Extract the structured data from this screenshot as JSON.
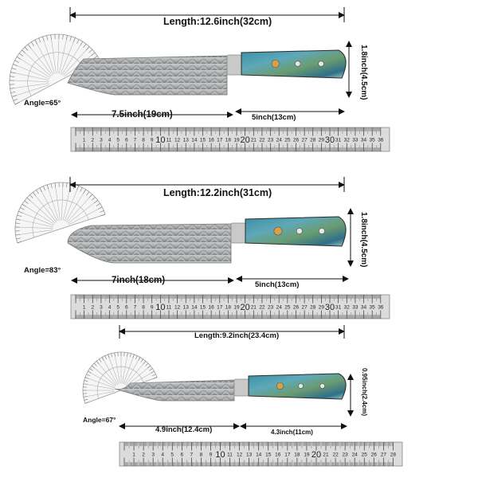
{
  "knives": [
    {
      "length_label": "Length:12.6inch(32cm)",
      "height_label": "1.8inch(4.5cm)",
      "blade_label": "7.5inch(19cm)",
      "handle_label": "5inch(13cm)",
      "angle_label": "Angle=65°",
      "ruler_numbers": [
        "1",
        "2",
        "3",
        "4",
        "5",
        "6",
        "7",
        "8",
        "9",
        "10",
        "11",
        "12",
        "13",
        "14",
        "15",
        "16",
        "17",
        "18",
        "19",
        "20",
        "21",
        "22",
        "23",
        "24",
        "25",
        "26",
        "27",
        "28",
        "29",
        "30",
        "31",
        "32",
        "33",
        "34",
        "35",
        "36"
      ]
    },
    {
      "length_label": "Length:12.2inch(31cm)",
      "height_label": "1.8inch(4.5cm)",
      "blade_label": "7inch(18cm)",
      "handle_label": "5inch(13cm)",
      "angle_label": "Angle=83°",
      "bottom_length_label": "Length:9.2inch(23.4cm)",
      "ruler_numbers": [
        "1",
        "2",
        "3",
        "4",
        "5",
        "6",
        "7",
        "8",
        "9",
        "10",
        "11",
        "12",
        "13",
        "14",
        "15",
        "16",
        "17",
        "18",
        "19",
        "20",
        "21",
        "22",
        "23",
        "24",
        "25",
        "26",
        "27",
        "28",
        "29",
        "30",
        "31",
        "32",
        "33",
        "34",
        "35",
        "36"
      ]
    },
    {
      "height_label": "0.95inch(2.4cm)",
      "blade_label": "4.9inch(12.4cm)",
      "handle_label": "4.3inch(11cm)",
      "angle_label": "Angle=67°",
      "ruler_numbers": [
        "1",
        "2",
        "3",
        "4",
        "5",
        "6",
        "7",
        "8",
        "9",
        "10",
        "11",
        "12",
        "13",
        "14",
        "15",
        "16",
        "17",
        "18",
        "19",
        "20",
        "21",
        "22",
        "23",
        "24",
        "25",
        "26",
        "27",
        "28"
      ]
    }
  ],
  "colors": {
    "ink": "#111111",
    "ruler_fill": "#dcdcdc",
    "blade": "#a9acad",
    "handle_blue": "#5fa8b8",
    "handle_green": "#6a9c70",
    "bolster": "#c9c9c9"
  }
}
